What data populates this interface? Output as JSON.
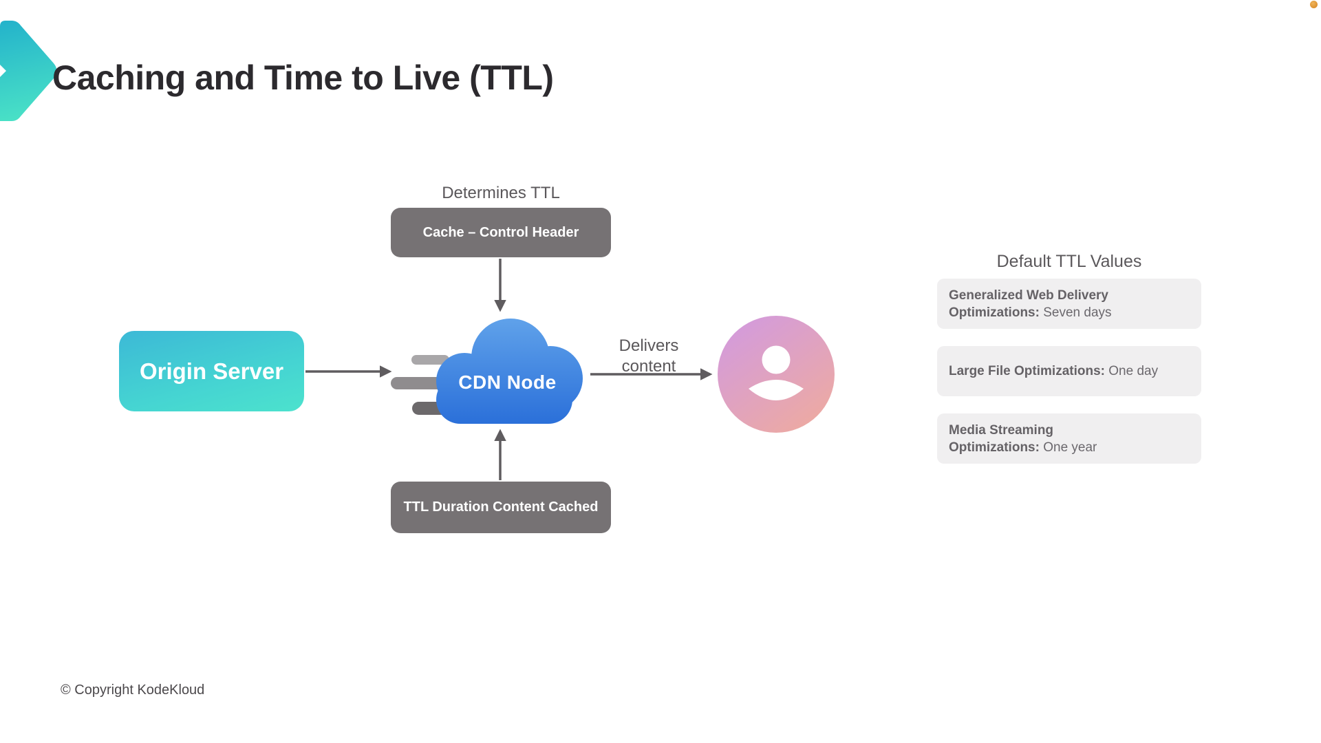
{
  "slide": {
    "title": "Caching and Time to Live (TTL)",
    "copyright": "© Copyright KodeKloud"
  },
  "diagram": {
    "determines_ttl_caption": "Determines TTL",
    "cache_control_label": "Cache – Control Header",
    "origin_server_label": "Origin Server",
    "cdn_node_label": "CDN Node",
    "delivers_caption": "Delivers content",
    "ttl_duration_label": "TTL Duration Content Cached",
    "icons": {
      "logo": "chevron-logo-icon",
      "cdn": "cloud-icon",
      "end_user": "user-avatar-icon",
      "corner": "orange-dot-icon"
    }
  },
  "ttl_panel": {
    "heading": "Default TTL Values",
    "items": [
      {
        "label": "Generalized Web Delivery Optimizations:",
        "value": "Seven days"
      },
      {
        "label": "Large File Optimizations:",
        "value": "One day"
      },
      {
        "label": "Media Streaming Optimizations:",
        "value": "One year"
      }
    ]
  },
  "colors": {
    "accent_teal": "#3cb9d6",
    "accent_teal_light": "#4ce2cd",
    "cloud_blue_top": "#60a2ea",
    "cloud_blue_bottom": "#2a6fd9",
    "avatar_pink_start": "#d59cd8",
    "avatar_pink_end": "#edaaa2",
    "node_gray": "#767274",
    "panel_gray": "#f0eff0",
    "arrow_gray": "#5f5c5f",
    "corner_dot_orange": "#dc9130"
  }
}
